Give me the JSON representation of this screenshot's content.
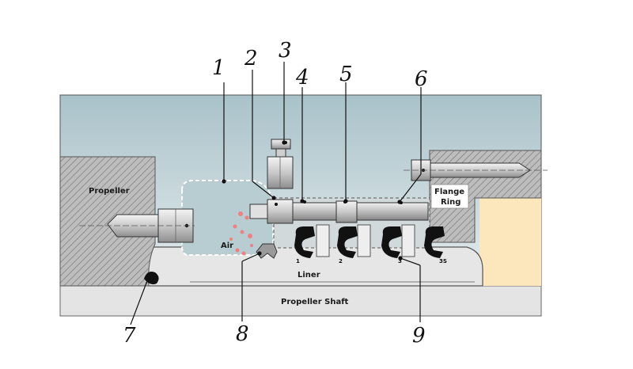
{
  "components": {
    "propeller": "Propeller",
    "flange_ring_line1": "Flange",
    "flange_ring_line2": "Ring",
    "air": "Air",
    "liner": "Liner",
    "propeller_shaft": "Propeller Shaft"
  },
  "seal_numbers": [
    "1",
    "2",
    "3",
    "3S"
  ],
  "callouts": [
    "1",
    "2",
    "3",
    "4",
    "5",
    "6",
    "7",
    "8",
    "9"
  ],
  "colors": {
    "water_top": "#a9c2c9",
    "water_bottom": "#eef3f4",
    "hatch": "#8c8c8c",
    "metal": "#dcdcdc",
    "shaft": "#e8e8e8",
    "air_chamber": "#b8cdd2",
    "bearing_fill": "#fce7bd",
    "seal": "#111111",
    "air_bubble": "#f27f7f"
  }
}
